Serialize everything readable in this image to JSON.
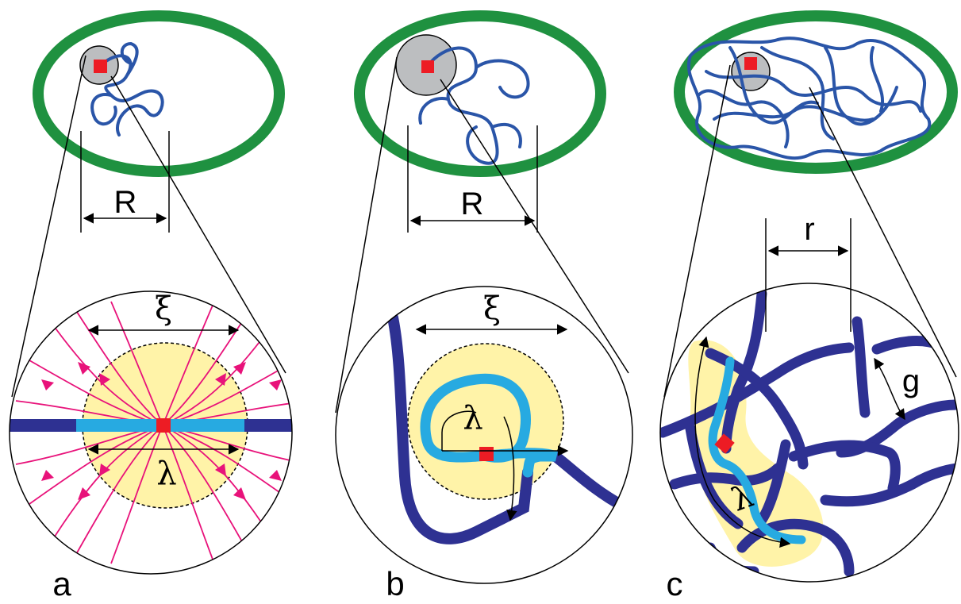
{
  "panels": [
    {
      "id": "a",
      "letter": "a",
      "top_label": "R",
      "xi_label": "ξ",
      "lambda_label": "λ"
    },
    {
      "id": "b",
      "letter": "b",
      "top_label": "R",
      "xi_label": "ξ",
      "lambda_label": "λ"
    },
    {
      "id": "c",
      "letter": "c",
      "top_label": "r",
      "g_label": "g",
      "lambda_label": "λ"
    }
  ],
  "colors": {
    "cell_wall": "#1f9140",
    "polymer_light": "#2a55a8",
    "polymer_dark": "#2e3192",
    "active_segment": "#27aae1",
    "red_marker": "#ed1c24",
    "field_lines": "#e8127a",
    "yellow_region": "#fff3a8",
    "gray_region": "#bcbec0"
  }
}
